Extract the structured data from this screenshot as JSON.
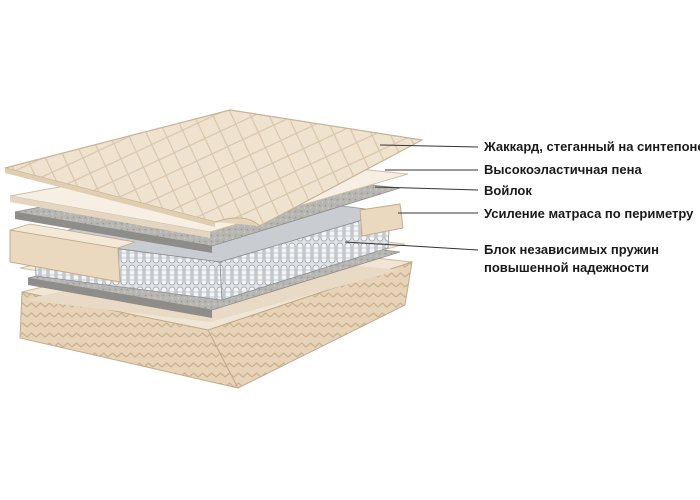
{
  "diagram": {
    "subject": "mattress-layers-cutaway",
    "colors": {
      "fabric": "#efe2cf",
      "fabric_shade": "#d9c5aa",
      "felt": "#b8b6b3",
      "felt_dark": "#8f8d8a",
      "spring": "#e7e9ec",
      "spring_shadow": "#9aa0a6",
      "leader_line": "#333333"
    },
    "labels": [
      {
        "id": "jacquard",
        "text": "Жаккард, стеганный на синтепоне"
      },
      {
        "id": "foam",
        "text": "Высокоэластичная пена"
      },
      {
        "id": "felt",
        "text": "Войлок"
      },
      {
        "id": "perimeter",
        "text": "Усиление матраса по периметру"
      },
      {
        "id": "springs_line1",
        "text": "Блок независимых пружин"
      },
      {
        "id": "springs_line2",
        "text": "повышенной надежности"
      }
    ]
  }
}
